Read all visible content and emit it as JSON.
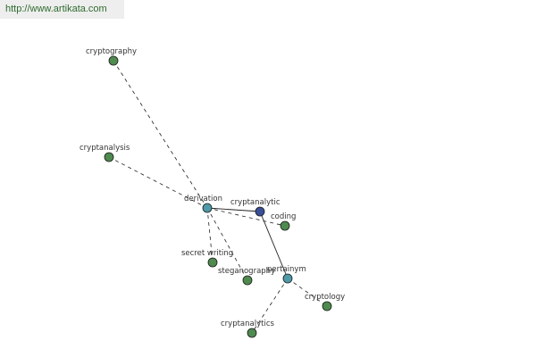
{
  "watermark": {
    "text": "http://www.artikata.com"
  },
  "colors": {
    "leaf": "#4f8a4f",
    "hub": "#4f9aa8",
    "center": "#3a4f98"
  },
  "graph": {
    "nodes": [
      {
        "id": "cryptography",
        "label": "cryptography",
        "kind": "leaf"
      },
      {
        "id": "cryptanalysis",
        "label": "cryptanalysis",
        "kind": "leaf"
      },
      {
        "id": "derivation",
        "label": "derivation",
        "kind": "hub"
      },
      {
        "id": "cryptanalytic",
        "label": "cryptanalytic",
        "kind": "center"
      },
      {
        "id": "coding",
        "label": "coding",
        "kind": "leaf"
      },
      {
        "id": "secret-writing",
        "label": "secret writing",
        "kind": "leaf"
      },
      {
        "id": "steganography",
        "label": "steganography",
        "kind": "leaf"
      },
      {
        "id": "pertainym",
        "label": "pertainym",
        "kind": "hub"
      },
      {
        "id": "cryptology",
        "label": "cryptology",
        "kind": "leaf"
      },
      {
        "id": "cryptanalytics",
        "label": "cryptanalytics",
        "kind": "leaf"
      }
    ],
    "edges": [
      {
        "from": "cryptography",
        "to": "derivation",
        "style": "dashed"
      },
      {
        "from": "cryptanalysis",
        "to": "derivation",
        "style": "dashed"
      },
      {
        "from": "derivation",
        "to": "cryptanalytic",
        "style": "solid"
      },
      {
        "from": "derivation",
        "to": "coding",
        "style": "dashed"
      },
      {
        "from": "derivation",
        "to": "secret-writing",
        "style": "dashed"
      },
      {
        "from": "derivation",
        "to": "steganography",
        "style": "dashed"
      },
      {
        "from": "cryptanalytic",
        "to": "pertainym",
        "style": "solid"
      },
      {
        "from": "pertainym",
        "to": "cryptology",
        "style": "dashed"
      },
      {
        "from": "pertainym",
        "to": "cryptanalytics",
        "style": "dashed"
      }
    ]
  }
}
